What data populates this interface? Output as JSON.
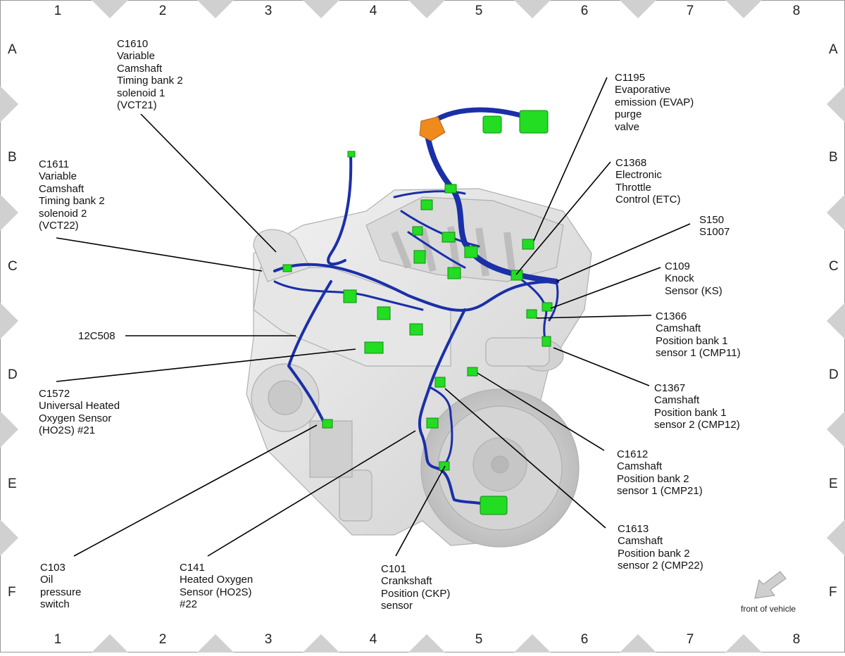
{
  "grid": {
    "columns": [
      "1",
      "2",
      "3",
      "4",
      "5",
      "6",
      "7",
      "8"
    ],
    "rows": [
      "A",
      "B",
      "C",
      "D",
      "E",
      "F"
    ]
  },
  "labels": [
    {
      "id": "c1610",
      "lines": [
        "C1610",
        "Variable",
        "Camshaft",
        "Timing bank 2",
        "solenoid 1",
        "(VCT21)"
      ]
    },
    {
      "id": "c1611",
      "lines": [
        "C1611",
        "Variable",
        "Camshaft",
        "Timing bank 2",
        "solenoid 2",
        "(VCT22)"
      ]
    },
    {
      "id": "12c508",
      "lines": [
        "12C508"
      ]
    },
    {
      "id": "c1572",
      "lines": [
        "C1572",
        "Universal Heated",
        "Oxygen Sensor",
        "(HO2S) #21"
      ]
    },
    {
      "id": "c103",
      "lines": [
        "C103",
        "Oil",
        "pressure",
        "switch"
      ]
    },
    {
      "id": "c141",
      "lines": [
        "C141",
        "Heated Oxygen",
        "Sensor (HO2S)",
        "#22"
      ]
    },
    {
      "id": "c101",
      "lines": [
        "C101",
        "Crankshaft",
        "Position (CKP)",
        "sensor"
      ]
    },
    {
      "id": "c1195",
      "lines": [
        "C1195",
        "Evaporative",
        "emission (EVAP)",
        "purge",
        "valve"
      ]
    },
    {
      "id": "c1368",
      "lines": [
        "C1368",
        "Electronic",
        "Throttle",
        "Control (ETC)"
      ]
    },
    {
      "id": "s150",
      "lines": [
        "S150",
        "S1007"
      ]
    },
    {
      "id": "c109",
      "lines": [
        "C109",
        "Knock",
        "Sensor (KS)"
      ]
    },
    {
      "id": "c1366",
      "lines": [
        "C1366",
        "Camshaft",
        "Position bank 1",
        "sensor 1 (CMP11)"
      ]
    },
    {
      "id": "c1367",
      "lines": [
        "C1367",
        "Camshaft",
        "Position bank 1",
        "sensor 2 (CMP12)"
      ]
    },
    {
      "id": "c1612",
      "lines": [
        "C1612",
        "Camshaft",
        "Position bank 2",
        "sensor 1 (CMP21)"
      ]
    },
    {
      "id": "c1613",
      "lines": [
        "C1613",
        "Camshaft",
        "Position bank 2",
        "sensor 2 (CMP22)"
      ]
    }
  ],
  "front_indicator": {
    "text": "front of vehicle"
  },
  "colors": {
    "harness": "#1a2fa8",
    "connector": "#22dd22",
    "engine": "#e4e4e4",
    "engine_edge": "#b5b5b5",
    "border_diamond": "#cfcfcf",
    "gateway": "#f08a1c"
  }
}
